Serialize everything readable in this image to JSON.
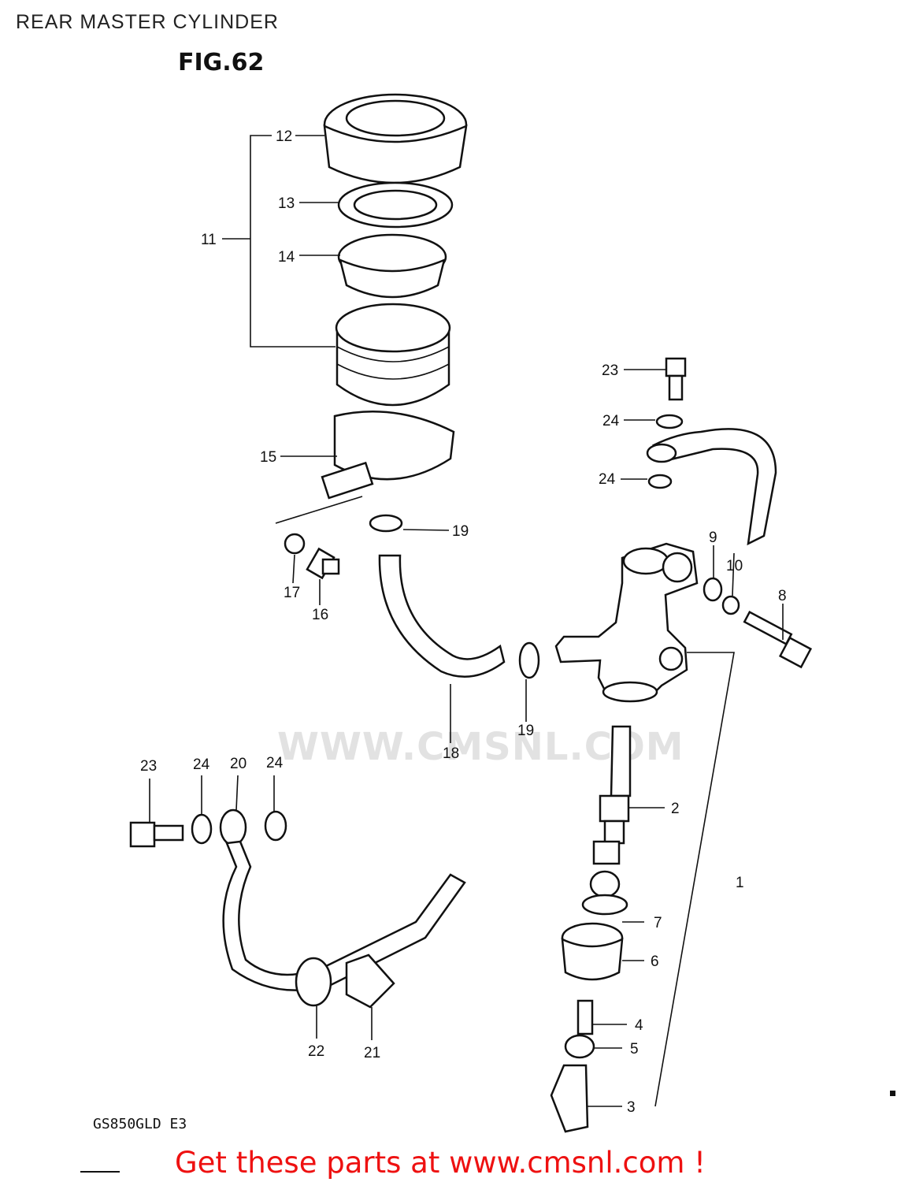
{
  "page": {
    "title": "REAR MASTER CYLINDER",
    "figure": "FIG.62",
    "model": "GS850GLD E3",
    "watermark": "WWW.CMSNL.COM",
    "footer_link": "Get these parts at www.cmsnl.com !"
  },
  "colors": {
    "footer_link": "#ee1111",
    "line_art": "#111111",
    "watermark": "#e2e2e2"
  },
  "callouts": [
    "12",
    "13",
    "11",
    "14",
    "15",
    "19",
    "17",
    "16",
    "18",
    "19",
    "23",
    "24",
    "24",
    "9",
    "10",
    "8",
    "23",
    "24",
    "20",
    "24",
    "2",
    "1",
    "7",
    "6",
    "4",
    "5",
    "3",
    "22",
    "21"
  ]
}
